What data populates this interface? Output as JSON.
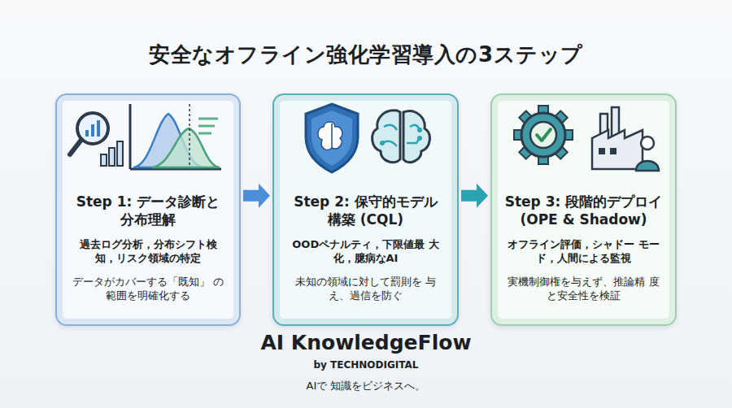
{
  "diagram": {
    "title": "安全なオフライン強化学習導入の3ステップ",
    "nodes": [
      {
        "text": [
          "Step 1: データ診断と 分布理解",
          "過去ログ分析，分布シフト検 知，リスク領域の特定",
          "データがカバーする「既知」 の範囲を明確化する"
        ]
      },
      {
        "text": [
          "Step 2: 保守的モデル 構築 (CQL)",
          "OODペナルティ，下限値最 大化，臆病なAI",
          "未知の領域に対して罰則を 与え、過信を防ぐ"
        ]
      },
      {
        "text": [
          "Step 3: 段階的デプロイ (OPE & Shadow)",
          "オフライン評価，シャドー モード，人間による監視",
          "実機制御権を与えず、推論精 度と安全性を検証"
        ]
      }
    ],
    "edges": [
      {
        "from": 0,
        "to": 1,
        "arrow": "to"
      },
      {
        "from": 1,
        "to": 2,
        "arrow": "to"
      }
    ],
    "labels": [
      "AI KnowledgeFlow",
      "by TECHNODIGITAL",
      "AIで 知識をビジネスへ。"
    ]
  }
}
